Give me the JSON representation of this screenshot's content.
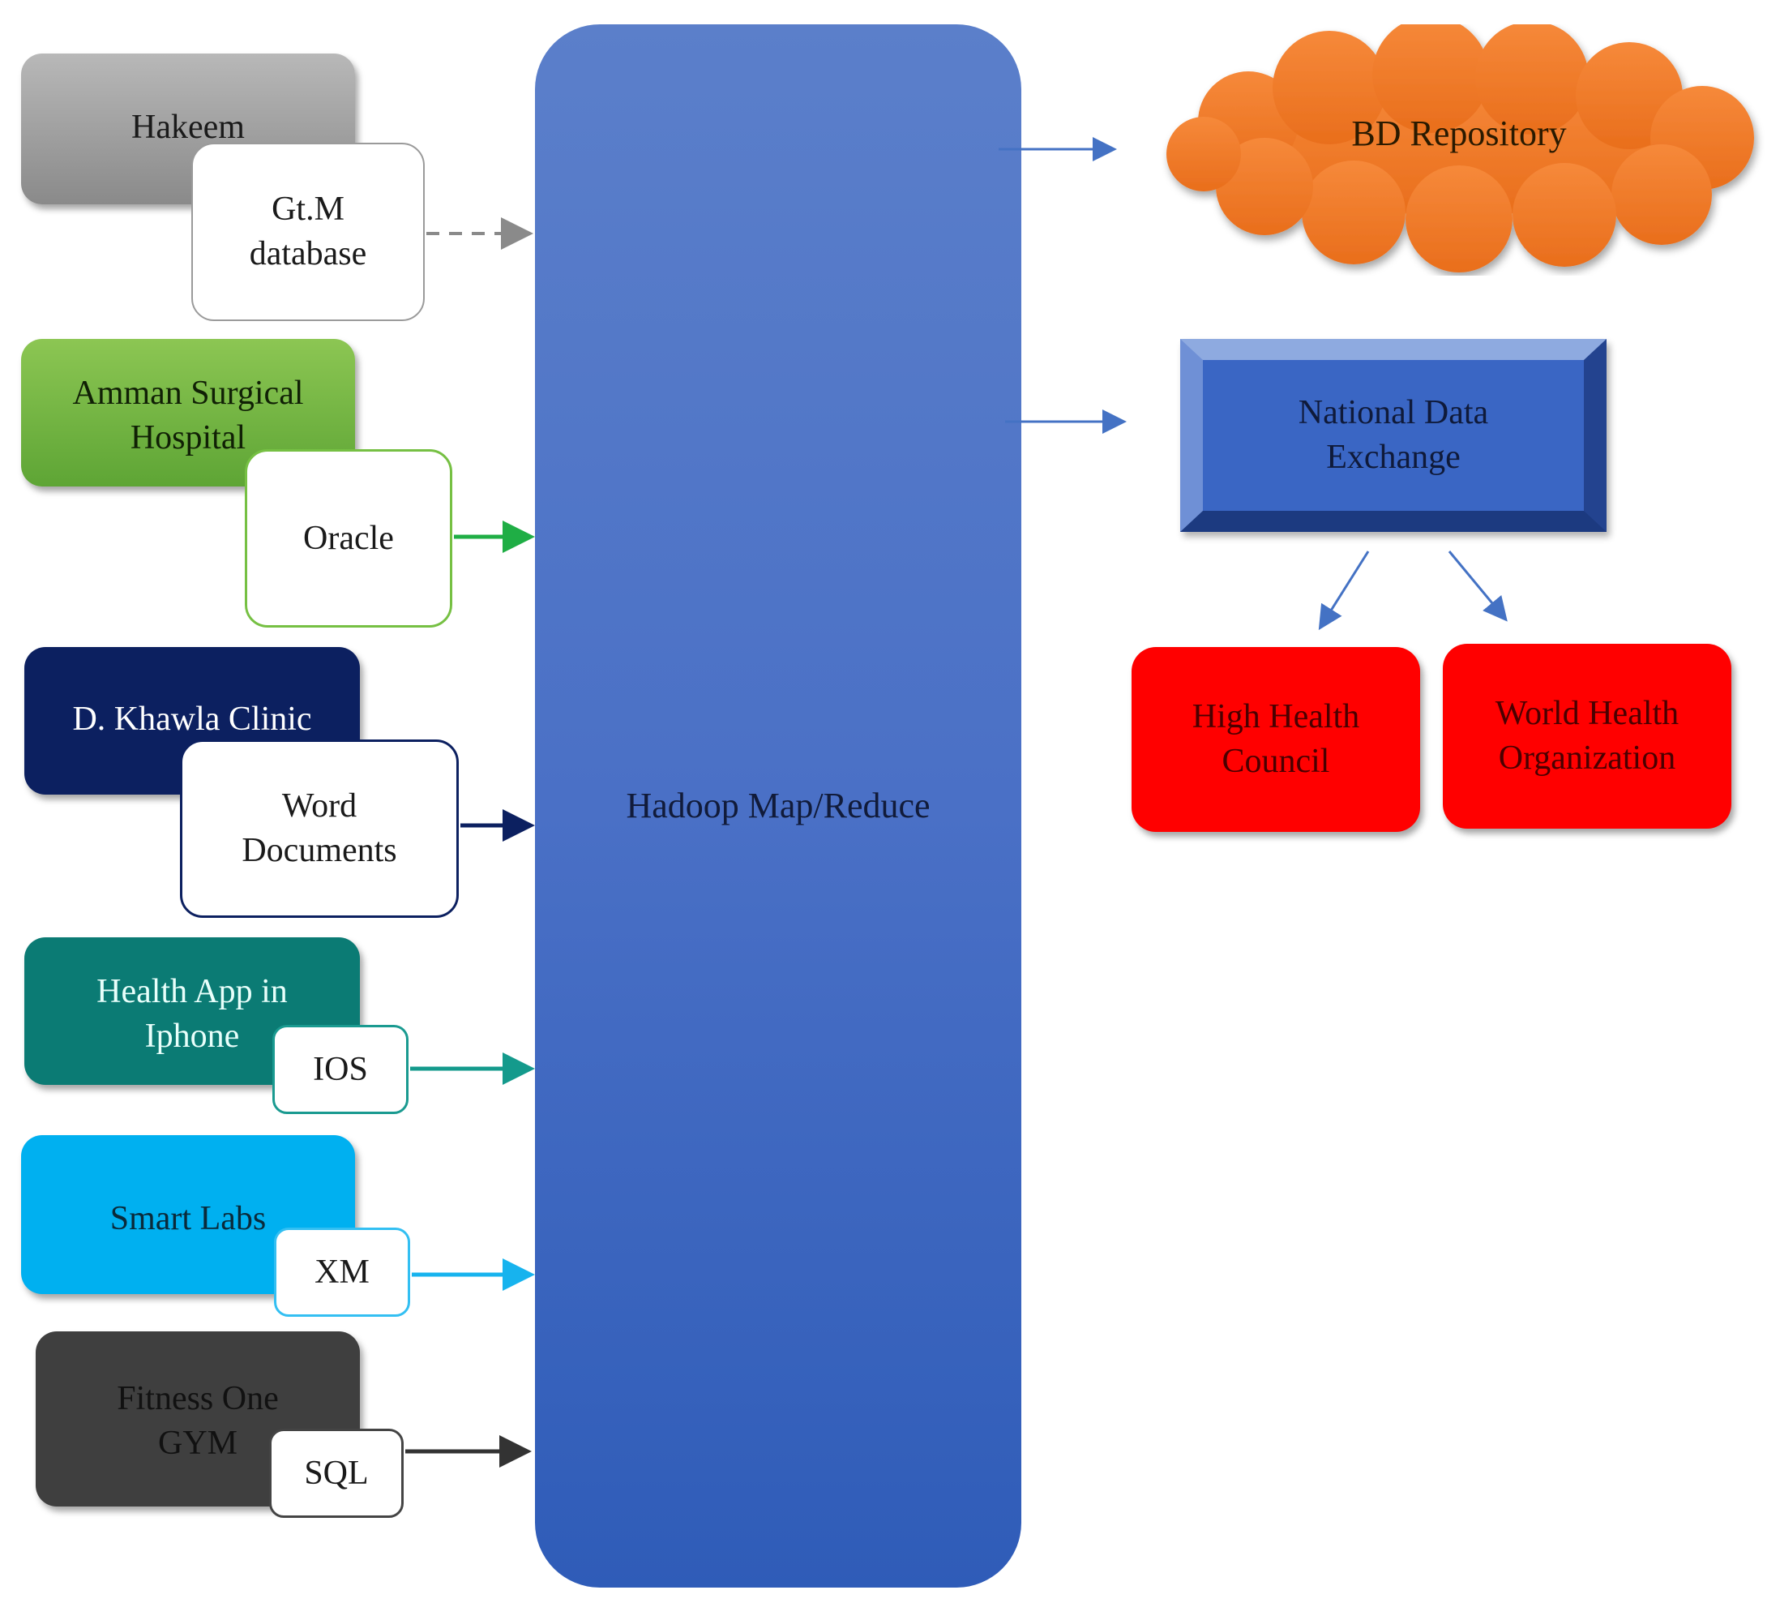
{
  "processor": {
    "label": "Hadoop Map/Reduce",
    "color": "#4a70c6"
  },
  "sources": [
    {
      "name": "Hakeem",
      "format": "Gt.M\ndatabase",
      "color": "#8f8f8f",
      "link": "dashed"
    },
    {
      "name": "Amman Surgical\nHospital",
      "format": "Oracle",
      "color": "#6cb33f",
      "link": "solid"
    },
    {
      "name": "D. Khawla Clinic",
      "format": "Word\nDocuments",
      "color": "#0c2060",
      "link": "solid"
    },
    {
      "name": "Health App in\nIphone",
      "format": "IOS",
      "color": "#0b7b74",
      "link": "solid"
    },
    {
      "name": "Smart  Labs",
      "format": "XM",
      "color": "#00b0f0",
      "link": "solid"
    },
    {
      "name": "Fitness One\nGYM",
      "format": "SQL",
      "color": "#3f3f3f",
      "link": "solid"
    }
  ],
  "outputs": {
    "repository": {
      "label": "BD Repository",
      "color": "#f07a2a"
    },
    "exchange": {
      "label": "National Data\nExchange",
      "color": "#3a66c4"
    },
    "recipients": [
      {
        "label": "High Health\nCouncil",
        "color": "#ff0000"
      },
      {
        "label": "World Health\nOrganization",
        "color": "#ff0000"
      }
    ]
  }
}
